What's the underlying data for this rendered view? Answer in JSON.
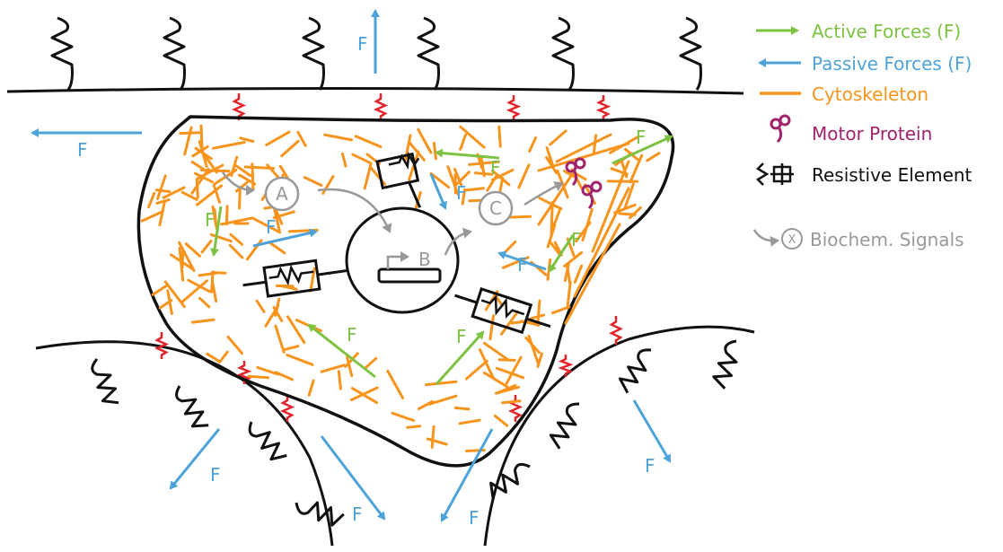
{
  "colors": {
    "active": "#7dc242",
    "passive": "#4ea3d9",
    "cytoskeleton": "#f7941d",
    "motor": "#a0236b",
    "resistive": "#111111",
    "signal": "#999999",
    "adhesion": "#e3242b"
  },
  "legend": {
    "active_label": "Active Forces (F)",
    "passive_label": "Passive Forces (F)",
    "cytoskeleton_label": "Cytoskeleton",
    "motor_label": "Motor Protein",
    "resistive_label": "Resistive Element",
    "signal_label": "Biochem. Signals",
    "signal_icon_letter": "X"
  },
  "force_label": "F",
  "signals": {
    "a": "A",
    "b": "B",
    "c": "C"
  },
  "icons": {
    "spring": "spring-icon",
    "dashpot": "dashpot-icon",
    "motor": "motor-protein-icon",
    "signal": "signal-circle-icon"
  }
}
